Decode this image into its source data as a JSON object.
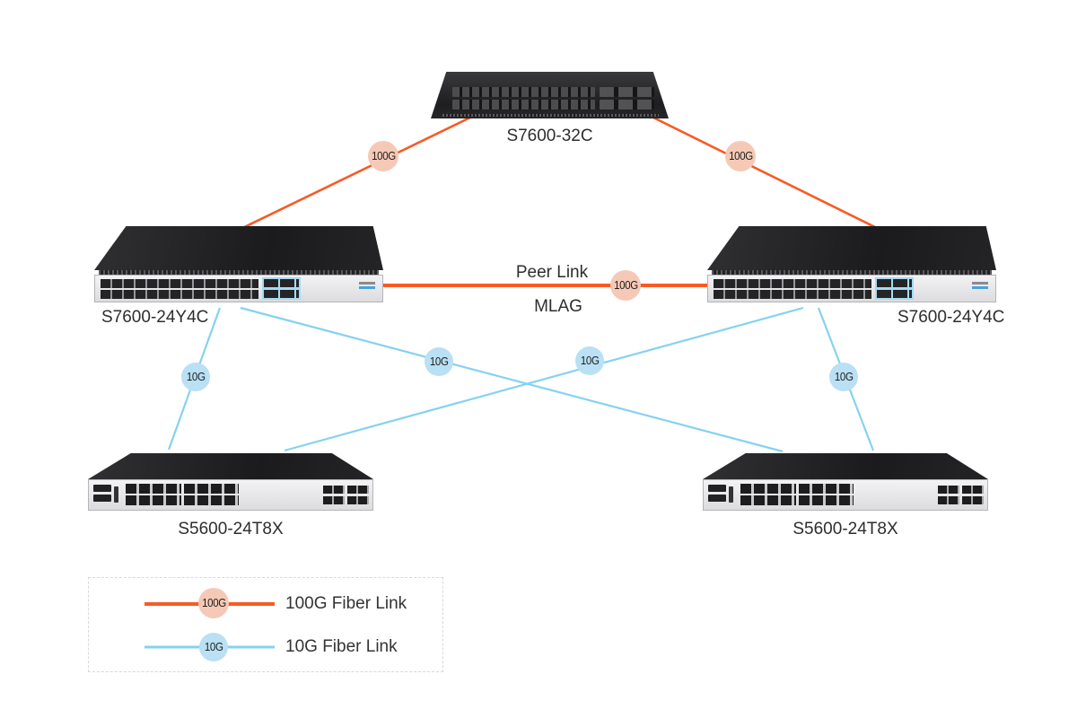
{
  "devices": {
    "core": {
      "model": "S7600-32C"
    },
    "agg_left": {
      "model": "S7600-24Y4C"
    },
    "agg_right": {
      "model": "S7600-24Y4C"
    },
    "access_left": {
      "model": "S5600-24T8X"
    },
    "access_right": {
      "model": "S5600-24T8X"
    }
  },
  "links": {
    "core_to_agg_left": {
      "speed": "100G"
    },
    "core_to_agg_right": {
      "speed": "100G"
    },
    "peer_link": {
      "speed": "100G",
      "label_top": "Peer Link",
      "label_bottom": "MLAG"
    },
    "agg_left_to_access_left": {
      "speed": "10G"
    },
    "agg_left_to_access_right": {
      "speed": "10G"
    },
    "agg_right_to_access_left": {
      "speed": "10G"
    },
    "agg_right_to_access_right": {
      "speed": "10G"
    }
  },
  "legend": {
    "items": [
      {
        "badge": "100G",
        "label": "100G Fiber Link"
      },
      {
        "badge": "10G",
        "label": "10G Fiber Link"
      }
    ]
  },
  "colors": {
    "link_100g": "#f85a25",
    "link_10g": "#85d2f0",
    "badge_100g_bg": "#f5c9b6",
    "badge_10g_bg": "#b9e0f4"
  }
}
